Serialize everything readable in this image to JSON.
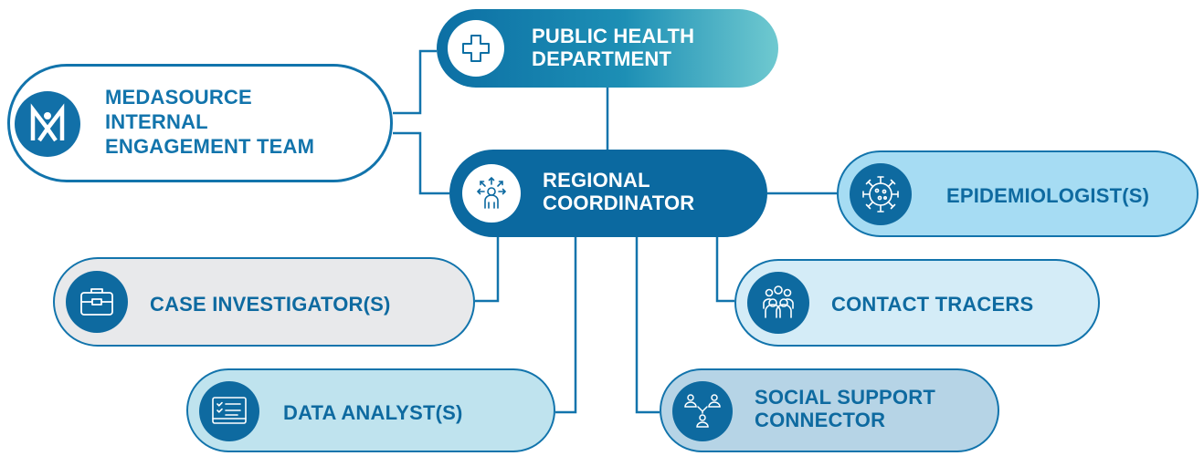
{
  "diagram": {
    "nodes": {
      "public_health": {
        "lines": [
          "PUBLIC HEALTH",
          "DEPARTMENT"
        ],
        "icon": "medical-cross-icon"
      },
      "medasource": {
        "lines": [
          "MEDASOURCE",
          "INTERNAL",
          "ENGAGEMENT TEAM"
        ],
        "icon": "medasource-logo-icon"
      },
      "regional": {
        "lines": [
          "REGIONAL",
          "COORDINATOR"
        ],
        "icon": "person-network-icon"
      },
      "epidemiologist": {
        "lines": [
          "EPIDEMIOLOGIST(S)"
        ],
        "icon": "virus-icon"
      },
      "case_investigator": {
        "lines": [
          "CASE INVESTIGATOR(S)"
        ],
        "icon": "briefcase-icon"
      },
      "contact_tracers": {
        "lines": [
          "CONTACT TRACERS"
        ],
        "icon": "group-people-icon"
      },
      "data_analyst": {
        "lines": [
          "DATA ANALYST(S)"
        ],
        "icon": "checklist-monitor-icon"
      },
      "social_support": {
        "lines": [
          "SOCIAL SUPPORT",
          "CONNECTOR"
        ],
        "icon": "people-connection-icon"
      }
    },
    "colors": {
      "primary": "#0b69a0",
      "outline": "#1274ac",
      "gradient_end": "#6fc9d0",
      "epi_fill": "#a6dcf3",
      "case_fill": "#e8e9eb",
      "contact_fill": "#d4ecf7",
      "data_fill": "#bfe3ee",
      "social_fill": "#b6d4e6"
    }
  }
}
